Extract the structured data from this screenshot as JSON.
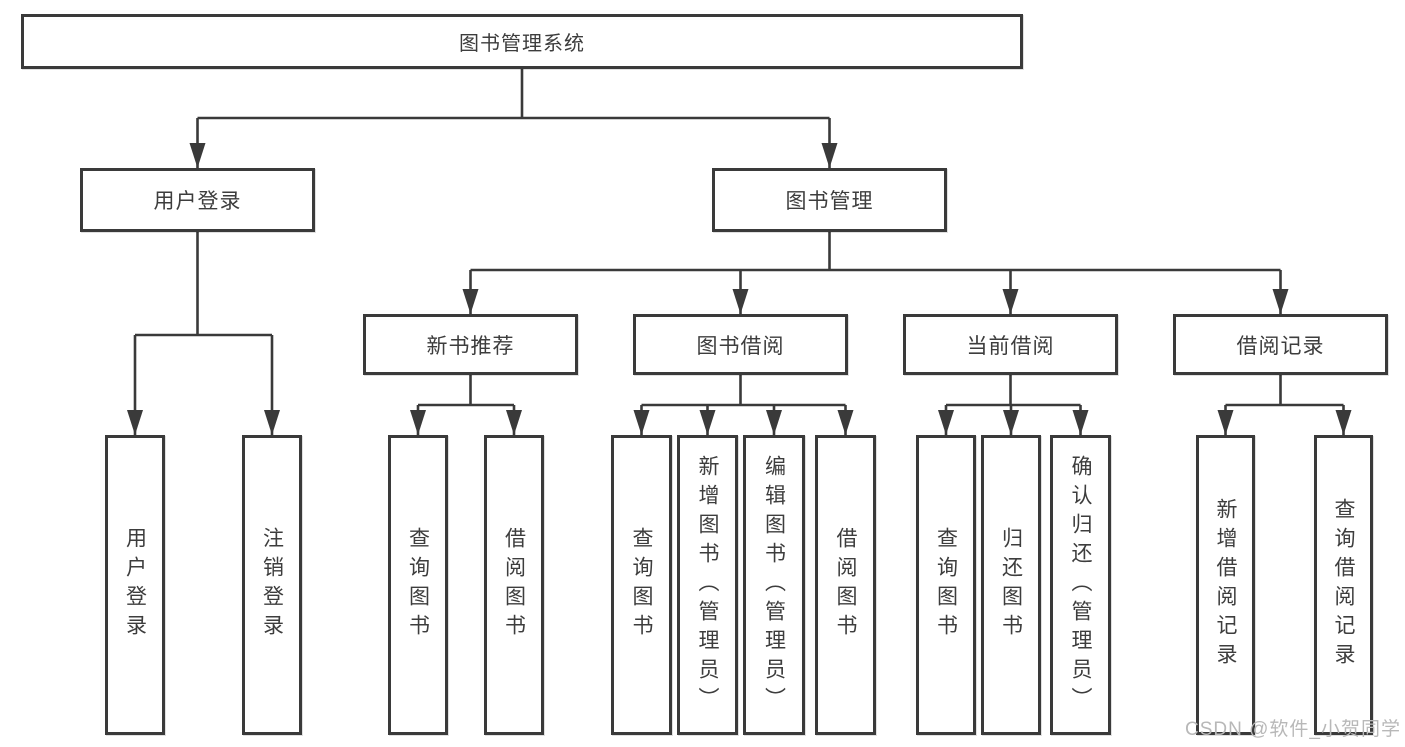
{
  "colors": {
    "line": "#3a3a3a",
    "text": "#3d3d3d",
    "watermark": "#b8b8b8"
  },
  "watermark": {
    "text": "CSDN @软件_小贺同学"
  },
  "tree": {
    "label": "图书管理系统",
    "children": [
      {
        "label": "用户登录",
        "children": [
          {
            "label": "用户登录"
          },
          {
            "label": "注销登录"
          }
        ]
      },
      {
        "label": "图书管理",
        "children": [
          {
            "label": "新书推荐",
            "children": [
              {
                "label": "查询图书"
              },
              {
                "label": "借阅图书"
              }
            ]
          },
          {
            "label": "图书借阅",
            "children": [
              {
                "label": "查询图书"
              },
              {
                "label": "新增图书（管理员）"
              },
              {
                "label": "编辑图书（管理员）"
              },
              {
                "label": "借阅图书"
              }
            ]
          },
          {
            "label": "当前借阅",
            "children": [
              {
                "label": "查询图书"
              },
              {
                "label": "归还图书"
              },
              {
                "label": "确认归还（管理员）"
              }
            ]
          },
          {
            "label": "借阅记录",
            "children": [
              {
                "label": "新增借阅记录"
              },
              {
                "label": "查询借阅记录"
              }
            ]
          }
        ]
      }
    ]
  }
}
